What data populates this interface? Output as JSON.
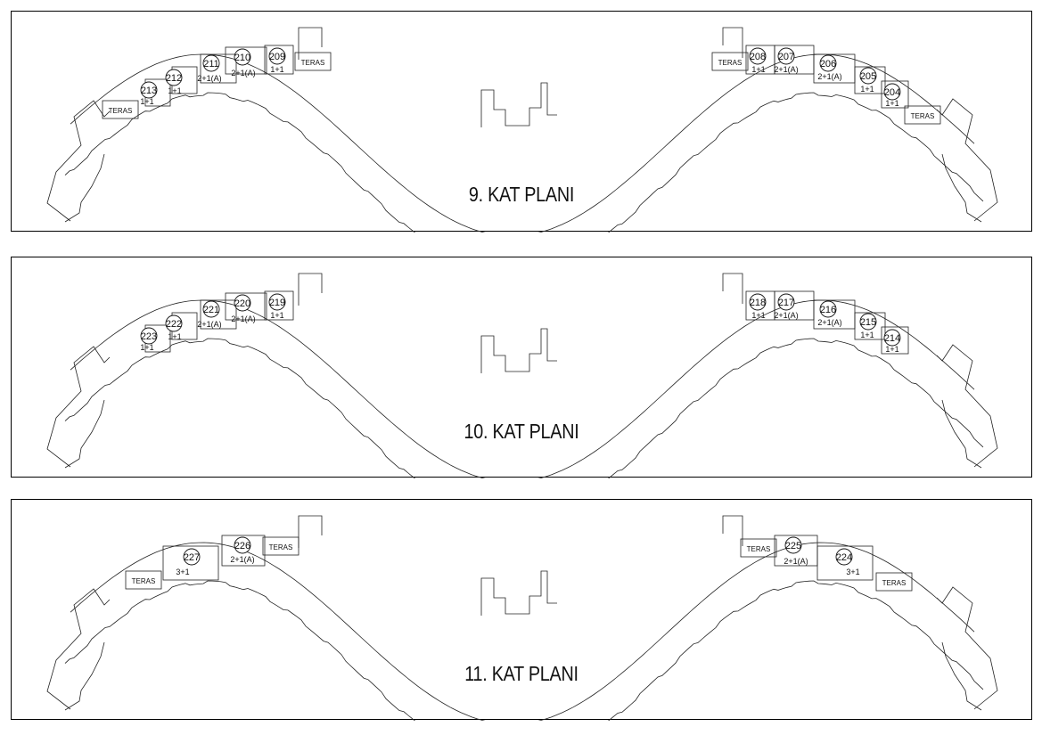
{
  "plans": [
    {
      "title": "9. KAT PLANI",
      "units": [
        {
          "no": "213",
          "type": "1+1"
        },
        {
          "no": "212",
          "type": "1+1"
        },
        {
          "no": "211",
          "type": "2+1(A)"
        },
        {
          "no": "210",
          "type": "2+1(A)"
        },
        {
          "no": "209",
          "type": "1+1"
        },
        {
          "no": "208",
          "type": "1+1"
        },
        {
          "no": "207",
          "type": "2+1(A)"
        },
        {
          "no": "206",
          "type": "2+1(A)"
        },
        {
          "no": "205",
          "type": "1+1"
        },
        {
          "no": "204",
          "type": "1+1"
        }
      ],
      "terraces": [
        "TERAS",
        "TERAS",
        "TERAS",
        "TERAS"
      ]
    },
    {
      "title": "10. KAT PLANI",
      "units": [
        {
          "no": "223",
          "type": "1+1"
        },
        {
          "no": "222",
          "type": "1+1"
        },
        {
          "no": "221",
          "type": "2+1(A)"
        },
        {
          "no": "220",
          "type": "2+1(A)"
        },
        {
          "no": "219",
          "type": "1+1"
        },
        {
          "no": "218",
          "type": "1+1"
        },
        {
          "no": "217",
          "type": "2+1(A)"
        },
        {
          "no": "216",
          "type": "2+1(A)"
        },
        {
          "no": "215",
          "type": "1+1"
        },
        {
          "no": "214",
          "type": "1+1"
        }
      ],
      "terraces": []
    },
    {
      "title": "11. KAT PLANI",
      "units": [
        {
          "no": "227",
          "type": "3+1"
        },
        {
          "no": "226",
          "type": "2+1(A)"
        },
        {
          "no": "225",
          "type": "2+1(A)"
        },
        {
          "no": "224",
          "type": "3+1"
        }
      ],
      "terraces": [
        "TERAS",
        "TERAS",
        "TERAS",
        "TERAS"
      ]
    }
  ]
}
